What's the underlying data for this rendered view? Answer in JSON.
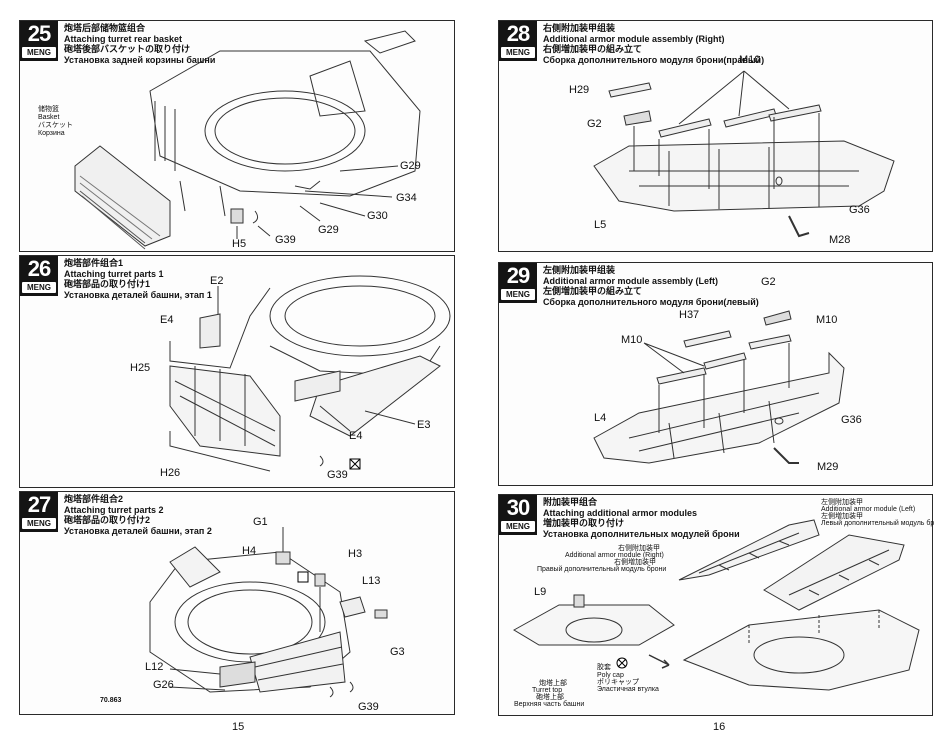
{
  "pages": {
    "left_page_number": "15",
    "right_page_number": "16",
    "product_code": "70.863"
  },
  "brand": "MENG",
  "steps": [
    {
      "number": "25",
      "title_zh": "炮塔后部储物篮组合",
      "title_en": "Attaching turret rear basket",
      "title_ja": "砲塔後部バスケットの取り付け",
      "title_ru": "Установка задней корзины башни",
      "basket_label": {
        "zh": "储物篮",
        "en": "Basket",
        "ja": "バスケット",
        "ru": "Корзина"
      },
      "parts": [
        "G29",
        "G34",
        "G30",
        "G29",
        "G39",
        "H5"
      ]
    },
    {
      "number": "26",
      "title_zh": "炮塔部件组合1",
      "title_en": "Attaching turret parts 1",
      "title_ja": "砲塔部品の取り付け1",
      "title_ru": "Установка деталей башни, этап 1",
      "parts": [
        "E2",
        "E4",
        "H25",
        "E4",
        "E3",
        "H26",
        "G39"
      ]
    },
    {
      "number": "27",
      "title_zh": "炮塔部件组合2",
      "title_en": "Attaching turret parts 2",
      "title_ja": "砲塔部品の取り付け2",
      "title_ru": "Установка деталей башни, этап 2",
      "parts": [
        "G1",
        "H4",
        "H3",
        "L13",
        "G3",
        "L12",
        "G26",
        "G39"
      ]
    },
    {
      "number": "28",
      "title_zh": "右侧附加装甲组装",
      "title_en": "Additional armor module assembly (Right)",
      "title_ja": "右側増加装甲の組み立て",
      "title_ru": "Сборка дополнительного модуля брони(правый)",
      "parts": [
        "M10",
        "H29",
        "G2",
        "L5",
        "G36",
        "M28"
      ]
    },
    {
      "number": "29",
      "title_zh": "左侧附加装甲组装",
      "title_en": "Additional armor module assembly (Left)",
      "title_ja": "左側増加装甲の組み立て",
      "title_ru": "Сборка дополнительного модуля брони(левый)",
      "parts": [
        "G2",
        "H37",
        "M10",
        "M10",
        "L4",
        "G36",
        "M29"
      ]
    },
    {
      "number": "30",
      "title_zh": "附加装甲组合",
      "title_en": "Attaching additional armor modules",
      "title_ja": "増加装甲の取り付け",
      "title_ru": "Установка дополнительных модулей брони",
      "right_module": {
        "zh": "右侧附加装甲",
        "en": "Additional armor module (Right)",
        "ja": "右側増加装甲",
        "ru": "Правый дополнительный модуль брони"
      },
      "left_module": {
        "zh": "左侧附加装甲",
        "en": "Additional armor module (Left)",
        "ja": "左側増加装甲",
        "ru": "Левый дополнительный модуль брони"
      },
      "turret_top": {
        "zh": "炮塔上部",
        "en": "Turret top",
        "ja": "砲塔上部",
        "ru": "Верхняя часть башни"
      },
      "poly_cap": {
        "zh": "胶套",
        "en": "Poly cap",
        "ja": "ポリキャップ",
        "ru": "Эластичная втулка"
      },
      "parts": [
        "L9"
      ]
    }
  ]
}
